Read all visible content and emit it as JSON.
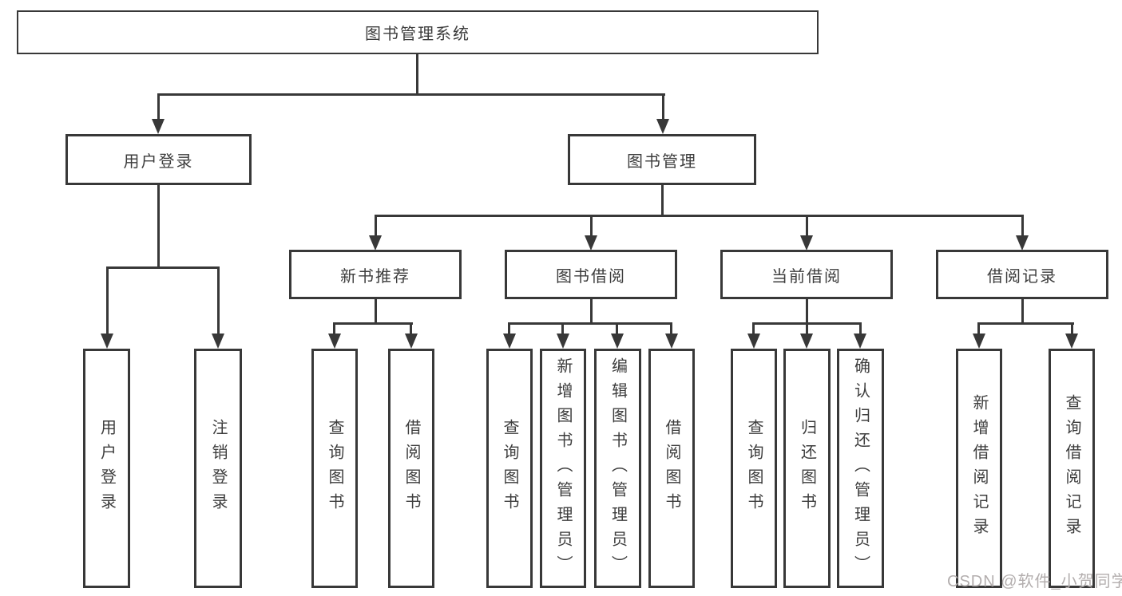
{
  "root": "图书管理系统",
  "watermark": "CSDN @软件_小贺同学",
  "colors": {
    "line": "#383838",
    "text": "#3d3d3d",
    "watermark": "#b3aeae",
    "bg": "#ffffff"
  },
  "branches": [
    {
      "label": "用户登录",
      "leaves": [
        "用户登录",
        "注销登录"
      ]
    },
    {
      "label": "图书管理",
      "children": [
        {
          "label": "新书推荐",
          "leaves": [
            "查询图书",
            "借阅图书"
          ]
        },
        {
          "label": "图书借阅",
          "leaves": [
            "查询图书",
            "新增图书（管理员）",
            "编辑图书（管理员）",
            "借阅图书"
          ]
        },
        {
          "label": "当前借阅",
          "leaves": [
            "查询图书",
            "归还图书",
            "确认归还（管理员）"
          ]
        },
        {
          "label": "借阅记录",
          "leaves": [
            "新增借阅记录",
            "查询借阅记录"
          ]
        }
      ]
    }
  ]
}
